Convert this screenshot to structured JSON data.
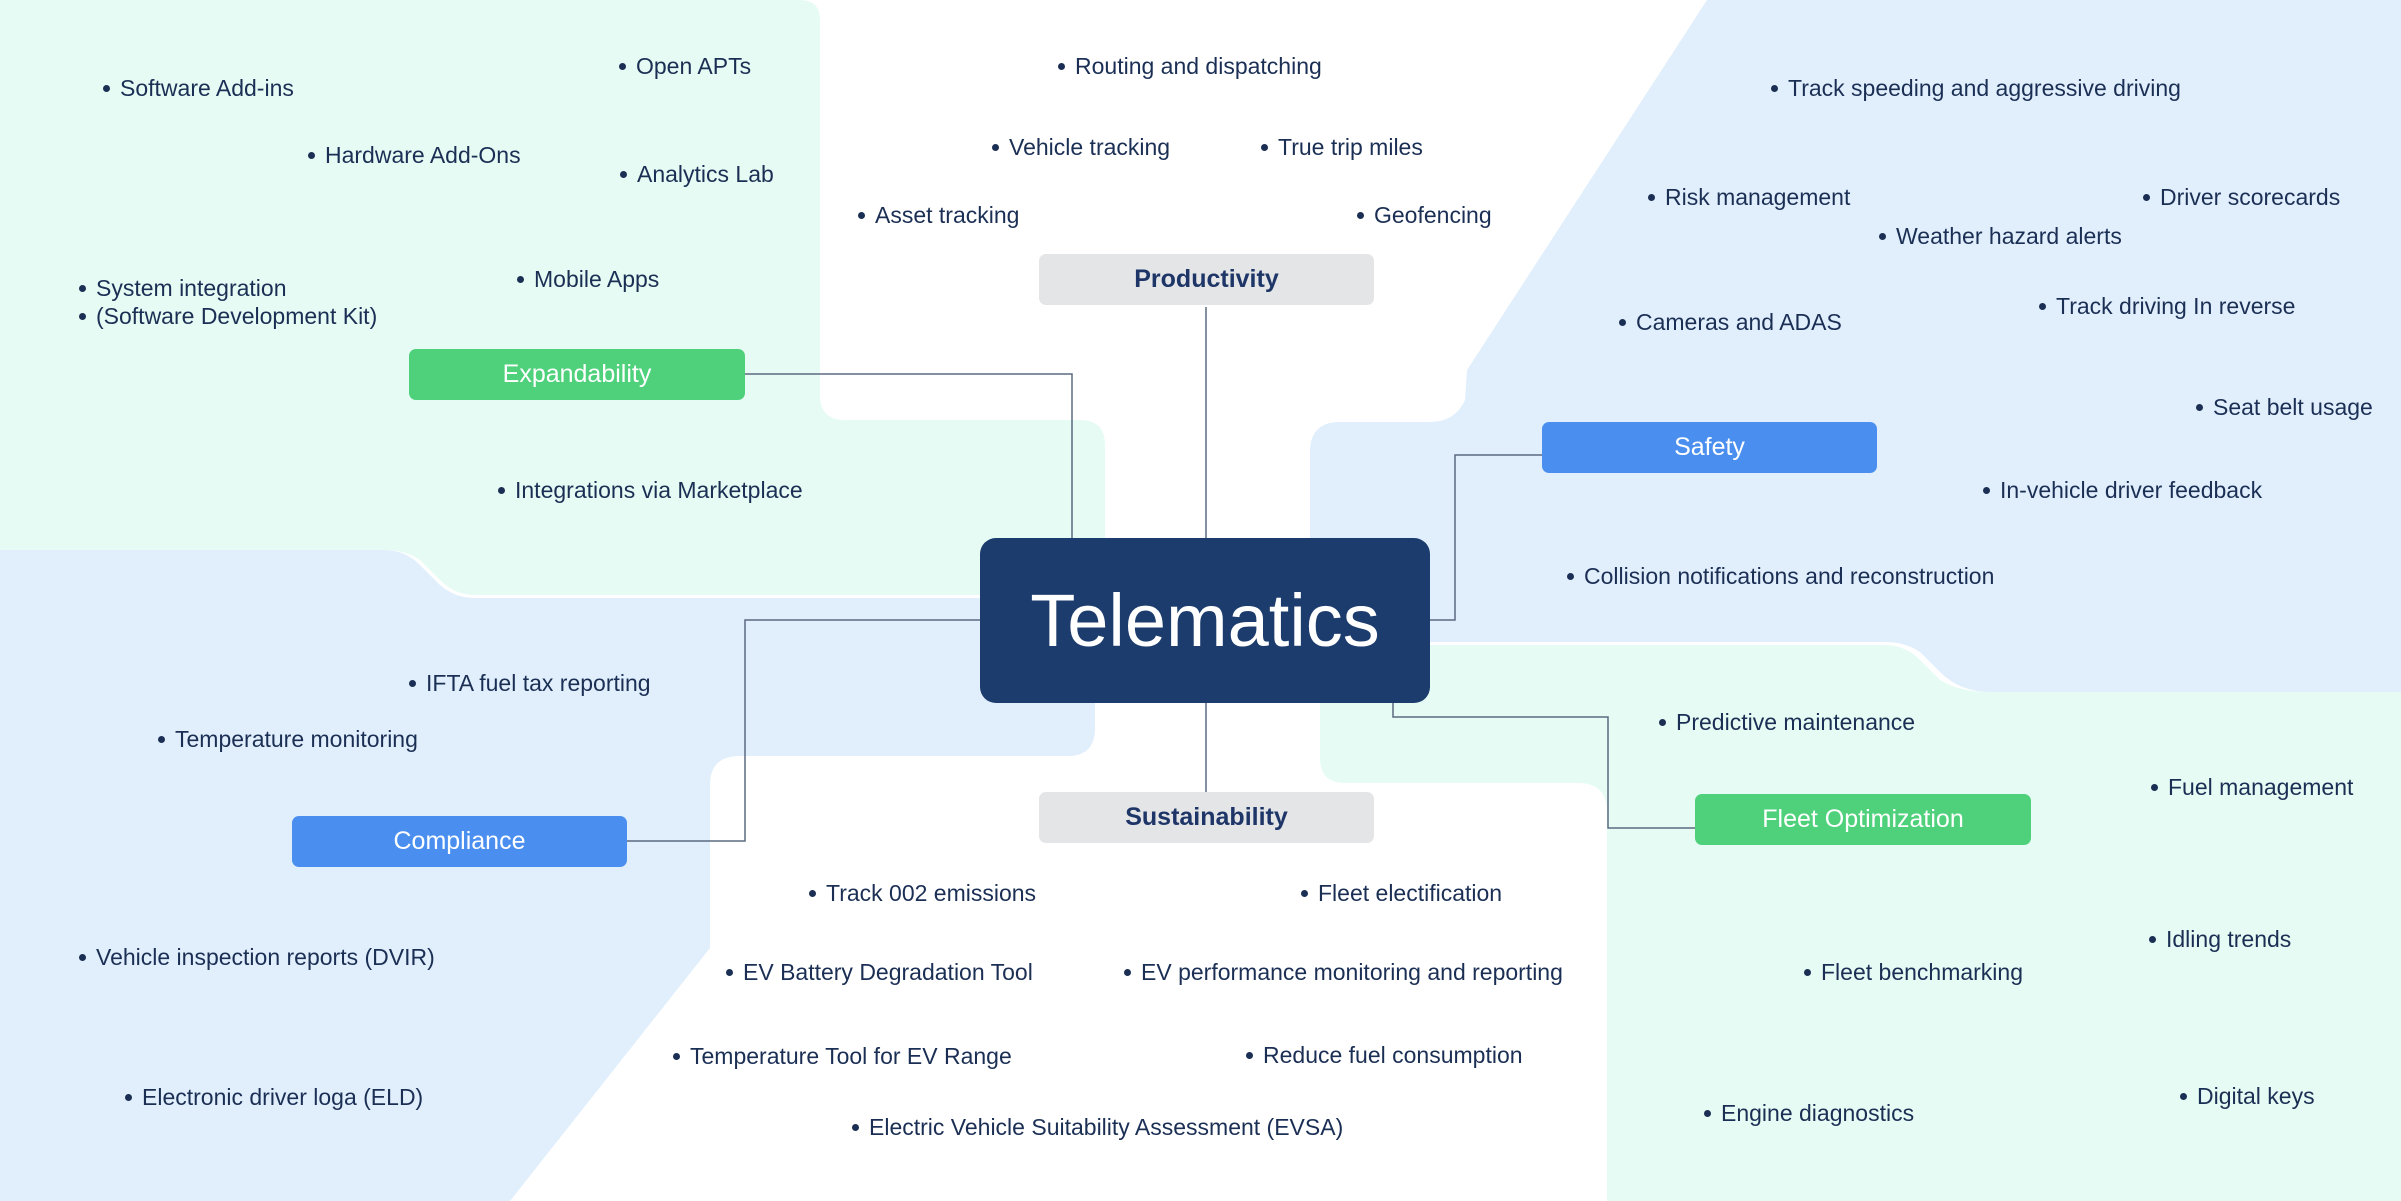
{
  "title": "Telematics",
  "colors": {
    "center": "#1c3c6d",
    "green_node": "#4fd17c",
    "blue_node": "#4a8ff0",
    "grey_node": "#e4e5e7",
    "mint_region": "#e6fbf3",
    "blue_region": "#e1effc",
    "connector": "#5b6a80",
    "text": "#1b2f55"
  },
  "branches": {
    "productivity": {
      "label": "Productivity",
      "items": [
        "Routing and dispatching",
        "Vehicle tracking",
        "True trip miles",
        "Asset tracking",
        "Geofencing"
      ]
    },
    "expandability": {
      "label": "Expandability",
      "items": [
        "Software Add-ins",
        "Open APTs",
        "Hardware Add-Ons",
        "Analytics Lab",
        "Mobile Apps",
        "System integration",
        "(Software Development Kit)",
        "Integrations via Marketplace"
      ]
    },
    "safety": {
      "label": "Safety",
      "items": [
        "Track speeding and aggressive driving",
        "Risk management",
        "Driver scorecards",
        "Weather hazard alerts",
        "Cameras and ADAS",
        "Track driving In reverse",
        "Seat belt usage",
        "In-vehicle driver feedback",
        "Collision notifications and reconstruction"
      ]
    },
    "compliance": {
      "label": "Compliance",
      "items": [
        "IFTA fuel tax reporting",
        "Temperature monitoring",
        "Vehicle inspection reports (DVIR)",
        "Electronic driver loga (ELD)"
      ]
    },
    "sustainability": {
      "label": "Sustainability",
      "items": [
        "Track 002 emissions",
        "Fleet electification",
        "EV Battery Degradation Tool",
        "EV performance monitoring and reporting",
        "Temperature Tool for EV Range",
        "Reduce fuel consumption",
        "Electric Vehicle Suitability Assessment (EVSA)"
      ]
    },
    "fleet_optimization": {
      "label": "Fleet Optimization",
      "items": [
        "Predictive maintenance",
        "Fuel management",
        "Idling trends",
        "Fleet benchmarking",
        "Digital keys",
        "Engine diagnostics"
      ]
    }
  }
}
